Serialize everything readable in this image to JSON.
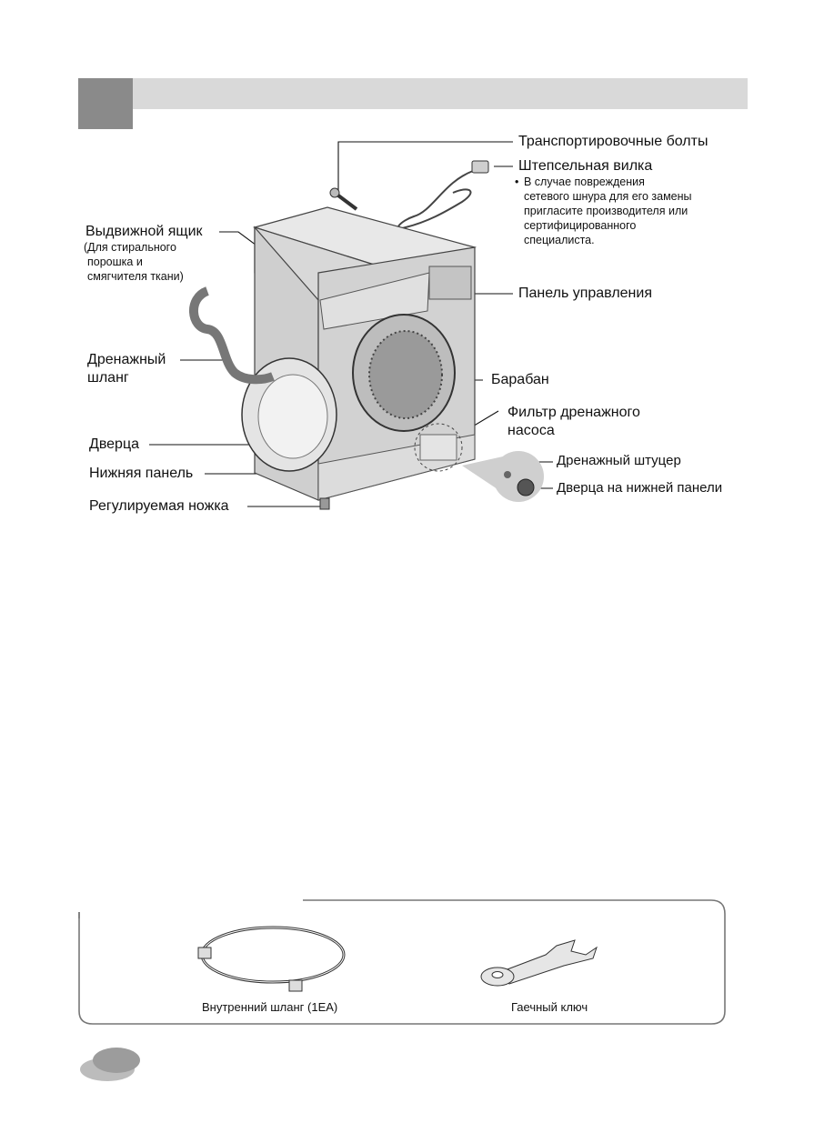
{
  "labels": {
    "transport_bolts": "Транспортировочные болты",
    "plug": "Штепсельная вилка",
    "plug_note": [
      "В случае повреждения",
      "сетевого шнура для его замены",
      "пригласите производителя или",
      "сертифицированного",
      "специалиста."
    ],
    "drawer": "Выдвижной ящик",
    "drawer_note": [
      "(Для стирального",
      "порошка и",
      "смягчителя ткани)"
    ],
    "control_panel": "Панель управления",
    "drain_hose": [
      "Дренажный",
      "шланг"
    ],
    "drum": "Барабан",
    "pump_filter": [
      "Фильтр дренажного",
      "насоса"
    ],
    "door": "Дверца",
    "drain_plug": "Дренажный штуцер",
    "lower_cover_door": "Дверца на нижней панели",
    "lower_panel": "Нижняя панель",
    "adjustable_foot": "Регулируемая ножка"
  },
  "accessories": {
    "inlet_hose": "Внутренний шланг (1EA)",
    "spanner": "Гаечный ключ"
  },
  "colors": {
    "header_bar": "#d9d9d9",
    "header_block": "#8a8a8a",
    "machine_body": "#d4d4d4"
  }
}
